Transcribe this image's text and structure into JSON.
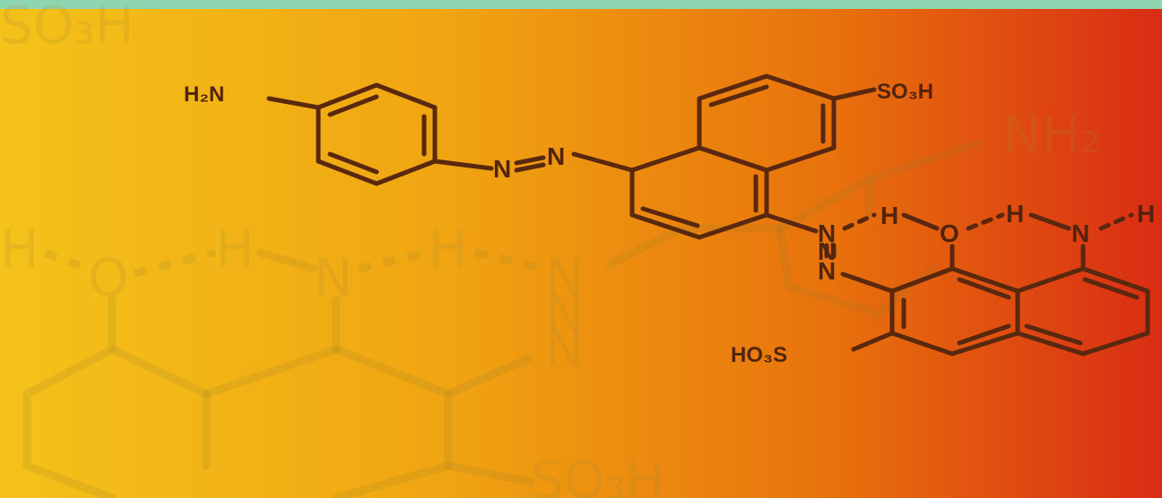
{
  "background": {
    "gradient_colors": [
      "#f4c21a",
      "#f0a512",
      "#e8710c",
      "#d92c14"
    ],
    "top_strip_color": "#8ed6b1"
  },
  "molecule": {
    "labels": {
      "amine": "H₂N",
      "sulfonic_top": "SO₃H",
      "azo_n1": "N",
      "azo_n2": "N",
      "nh_n": "N",
      "nh_h": "H",
      "azo2_n1": "N",
      "azo2_n2": "N",
      "oh_o": "O",
      "oh_h": "H",
      "nh2_n": "N",
      "nh2_h1": "H",
      "nh2_h2": "H",
      "sulfonic_bottom": "HO₃S"
    }
  },
  "ghost_molecule": {
    "labels": {
      "sulfonic_top": "SO₃H",
      "nh2": "NH₂",
      "h1": "H",
      "o": "O",
      "h2": "H",
      "n1": "N",
      "h3": "H",
      "n2": "N",
      "n3": "N",
      "n4": "N",
      "sulfonic_bottom": "SO₃H"
    }
  }
}
